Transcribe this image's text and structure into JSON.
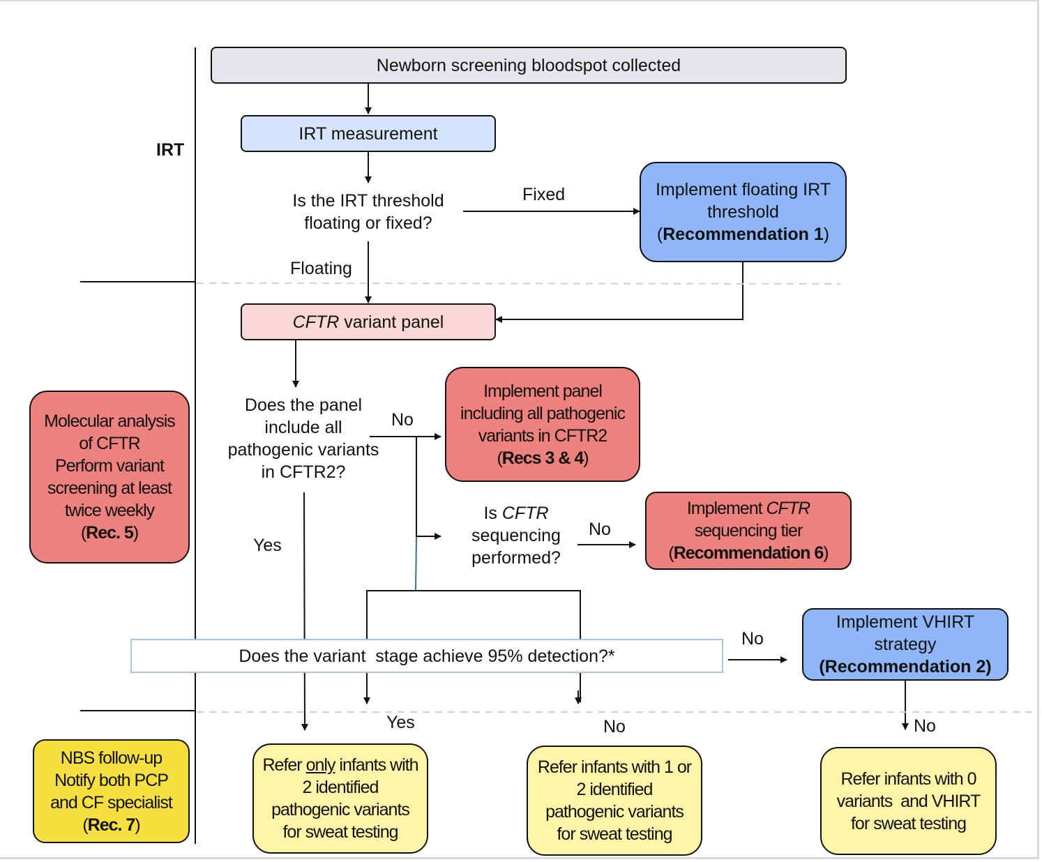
{
  "stage_labels": {
    "irt": "IRT"
  },
  "nodes": {
    "bloodspot": "Newborn screening bloodspot collected",
    "irt_measure": "IRT measurement",
    "irt_question": {
      "l1": "Is the IRT threshold",
      "l2": "floating or fixed?"
    },
    "floating_irt": {
      "l1": "Implement floating IRT",
      "l2": "threshold",
      "open": "(",
      "bold": "Recommendation 1",
      "close": ")"
    },
    "panel": {
      "italic": "CFTR",
      "rest": " variant panel"
    },
    "panel_question": {
      "l1": "Does the panel",
      "l2": "include all",
      "l3": "pathogenic variants",
      "l4": "in CFTR2?"
    },
    "implement_panel": {
      "l1": "Implement panel",
      "l2": "including all pathogenic",
      "l3": "variants in CFTR2",
      "open": "(",
      "bold": "Recs 3 & 4",
      "close": ")"
    },
    "seq_question": {
      "pre": "Is ",
      "italic": "CFTR",
      "l2": "sequencing",
      "l3": "performed?"
    },
    "seq_tier": {
      "pre": "Implement ",
      "italic": "CFTR",
      "l2": "sequencing tier",
      "open": "(",
      "bold": "Recommendation 6",
      "close": ")"
    },
    "detection_question": "Does the variant  stage achieve 95% detection?*",
    "vhirt": {
      "l1": "Implement VHIRT",
      "l2": "strategy",
      "bold": "(Recommendation 2)"
    },
    "molecular": {
      "l1": "Molecular analysis",
      "l2": "of CFTR",
      "l3": "Perform variant",
      "l4": "screening at least",
      "l5": "twice weekly",
      "open": "(",
      "bold": "Rec. 5",
      "close": ")"
    },
    "followup": {
      "l1": "NBS follow-up",
      "l2": "Notify both PCP",
      "l3": "and CF specialist",
      "open": "(",
      "bold": "Rec. 7",
      "close": ")"
    },
    "refer_two": {
      "pre": "Refer ",
      "underline": "only",
      "post": " infants with",
      "l2": "2 identified",
      "l3": "pathogenic variants",
      "l4": "for sweat testing"
    },
    "refer_one_two": {
      "l1": "Refer infants with 1 or",
      "l2": "2 identified",
      "l3": "pathogenic variants",
      "l4": "for sweat testing"
    },
    "refer_zero": {
      "l1": "Refer infants with 0",
      "l2": "variants  and VHIRT",
      "l3": "for sweat testing"
    }
  },
  "edge_labels": {
    "fixed": "Fixed",
    "floating": "Floating",
    "no_panel": "No",
    "yes_panel": "Yes",
    "no_seq": "No",
    "no_detection": "No",
    "yes_detection": "Yes",
    "no_detection_2": "No",
    "no_vhirt": "No"
  }
}
